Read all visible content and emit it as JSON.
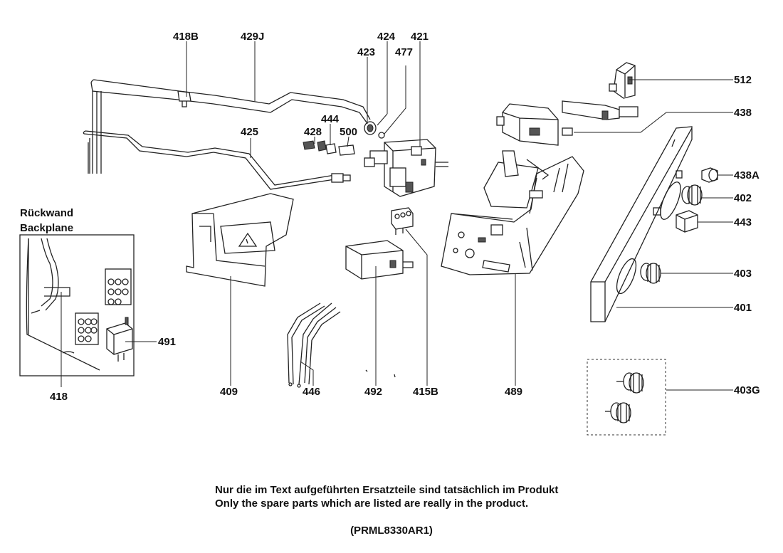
{
  "inset": {
    "title_de": "Rückwand",
    "title_en": "Backplane"
  },
  "labels": {
    "p418B": "418B",
    "p429J": "429J",
    "p424": "424",
    "p421": "421",
    "p423": "423",
    "p477": "477",
    "p444": "444",
    "p428": "428",
    "p500": "500",
    "p425": "425",
    "p512": "512",
    "p438": "438",
    "p438A": "438A",
    "p402": "402",
    "p443": "443",
    "p403": "403",
    "p401": "401",
    "p491": "491",
    "p418": "418",
    "p409": "409",
    "p446": "446",
    "p492": "492",
    "p415B": "415B",
    "p489": "489",
    "p403G": "403G"
  },
  "footer": {
    "note_de": "Nur die im Text aufgeführten Ersatzteile sind tatsächlich im Produkt",
    "note_en": "Only the spare parts which are listed are really in the product.",
    "model_code": "(PRML8330AR1)"
  }
}
